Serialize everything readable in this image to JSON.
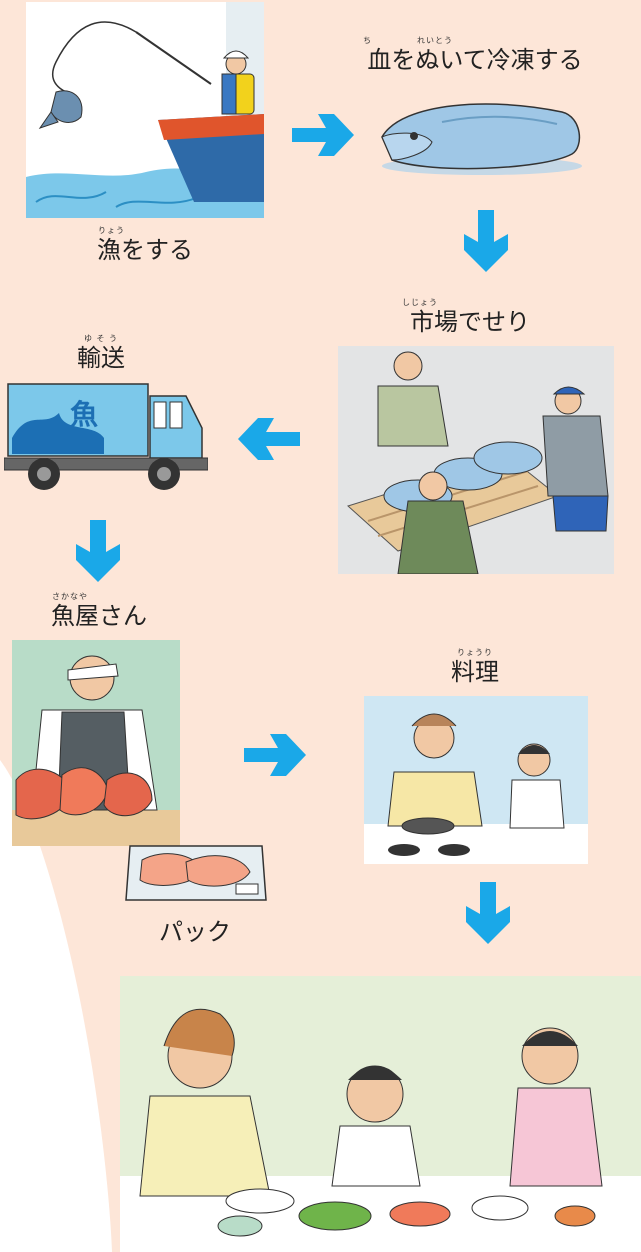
{
  "colors": {
    "background": "#fde6d8",
    "arrow": "#1aa8e8"
  },
  "steps": {
    "fishing": {
      "ruby": "りょう",
      "label": "漁をする"
    },
    "freeze": {
      "ruby": "ち　　　　　れいとう",
      "label": "血をぬいて冷凍する"
    },
    "auction": {
      "ruby": "しじょう",
      "label": "市場でせり"
    },
    "transport": {
      "ruby": "ゆ そ う",
      "label": "輸送",
      "truck_sign": "魚"
    },
    "fishmonger": {
      "ruby": "さかなや",
      "label": "魚屋さん"
    },
    "pack": {
      "label": "パック"
    },
    "cooking": {
      "ruby": "りょうり",
      "label": "料理"
    }
  },
  "arrows": [
    "arrow-right",
    "arrow-down",
    "arrow-left",
    "arrow-down",
    "arrow-right",
    "arrow-down"
  ]
}
